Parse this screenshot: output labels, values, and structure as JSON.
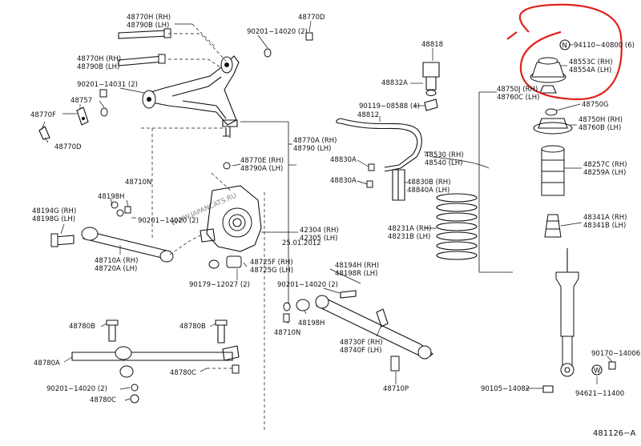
{
  "labels": {
    "l48770H_48790B": [
      "48770H (RH)",
      "48790B (LH)"
    ],
    "l48770D_top": "48770D",
    "l90201_14020_2a": "90201−14020 (2)",
    "l48770H_48790B_b": [
      "48770H (RH)",
      "48790B (LH)"
    ],
    "l90201_14031_2": "90201−14031 (2)",
    "l48757": "48757",
    "l48770F": "48770F",
    "l48770D_left": "48770D",
    "l48770A_48790": [
      "48770A (RH)",
      "48790 (LH)"
    ],
    "l48770E_48790A": [
      "48770E (RH)",
      "48790A (LH)"
    ],
    "l48818": "48818",
    "l48832A": "48832A",
    "l90119_08588_4": "90119−08588 (4)",
    "l48812": "48812",
    "l48830A_a": "48830A",
    "l48830A_b": "48830A",
    "l48530_48540": [
      "48530 (RH)",
      "48540 (LH)"
    ],
    "l48830B_48840A": [
      "48830B (RH)",
      "48840A (LH)"
    ],
    "l48710N_a": "48710N",
    "l48198H_a": "48198H",
    "l48194G_48198G": [
      "48194G (RH)",
      "48198G (LH)"
    ],
    "l90201_14020_2b": "90201−14020 (2)",
    "l48710A_48720A": [
      "48710A (RH)",
      "48720A (LH)"
    ],
    "l42304_42305": [
      "42304 (RH)",
      "42305 (LH)"
    ],
    "l48725F_48725G": [
      "48725F (RH)",
      "48725G (LH)"
    ],
    "l90179_12027_2": "90179−12027 (2)",
    "l48231A_48231B": [
      "48231A (RH)",
      "48231B (LH)"
    ],
    "l48194H_48198R": [
      "48194H (RH)",
      "48198R (LH)"
    ],
    "l90201_14020_2c": "90201−14020 (2)",
    "l48198H_b": "48198H",
    "l48710N_b": "48710N",
    "l48730F_48740F": [
      "48730F (RH)",
      "48740F (LH)"
    ],
    "l48710P": "48710P",
    "l48780B_a": "48780B",
    "l48780B_b": "48780B",
    "l48780A": "48780A",
    "l48780C_a": "48780C",
    "l90201_14020_2d": "90201−14020 (2)",
    "l48780C_b": "48780C",
    "l94110_40800_6": "94110−40800 (6)",
    "l48553C_48554A": [
      "48553C (RH)",
      "48554A (LH)"
    ],
    "l48750J_48760C": [
      "48750J (RH)",
      "48760C (LH)"
    ],
    "l48750G": "48750G",
    "l48750H_48760B": [
      "48750H (RH)",
      "48760B (LH)"
    ],
    "l48257C_48259A": [
      "48257C (RH)",
      "48259A (LH)"
    ],
    "l48341A_48341B": [
      "48341A (RH)",
      "48341B (LH)"
    ],
    "l90170_14006": "90170−14006",
    "l90105_14082": "90105−14082",
    "l94621_11400": "94621−11400",
    "l481126A": "481126−A",
    "markerN": "N",
    "markerW": "W"
  },
  "watermark": "WWW.JAPANCATS.RU",
  "stamp": "25.01.2012",
  "colors": {
    "ink": "#111111",
    "watermark": "#c6c6c6",
    "highlight": "#e0221c"
  }
}
